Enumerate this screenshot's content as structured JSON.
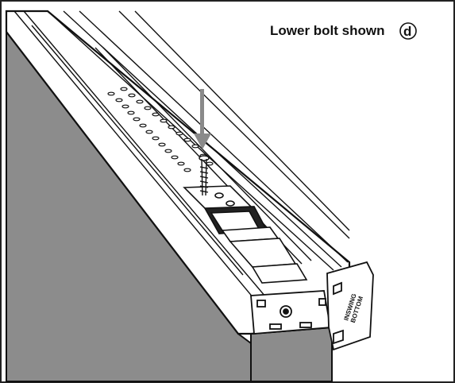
{
  "caption": {
    "text": "Lower bolt shown",
    "step_letter": "d"
  },
  "end_cap_label": {
    "line1": "INSWING",
    "line2": "BOTTOM"
  },
  "colors": {
    "panel_fill": "#8c8c8c",
    "rail_fill": "#ffffff",
    "outline": "#111111",
    "arrow": "#8a8a8a",
    "frame": "#222222"
  },
  "icons": {
    "direction_arrow": "down-arrow-icon",
    "fastener": "screw-icon",
    "step_marker": "circled-letter-icon"
  }
}
